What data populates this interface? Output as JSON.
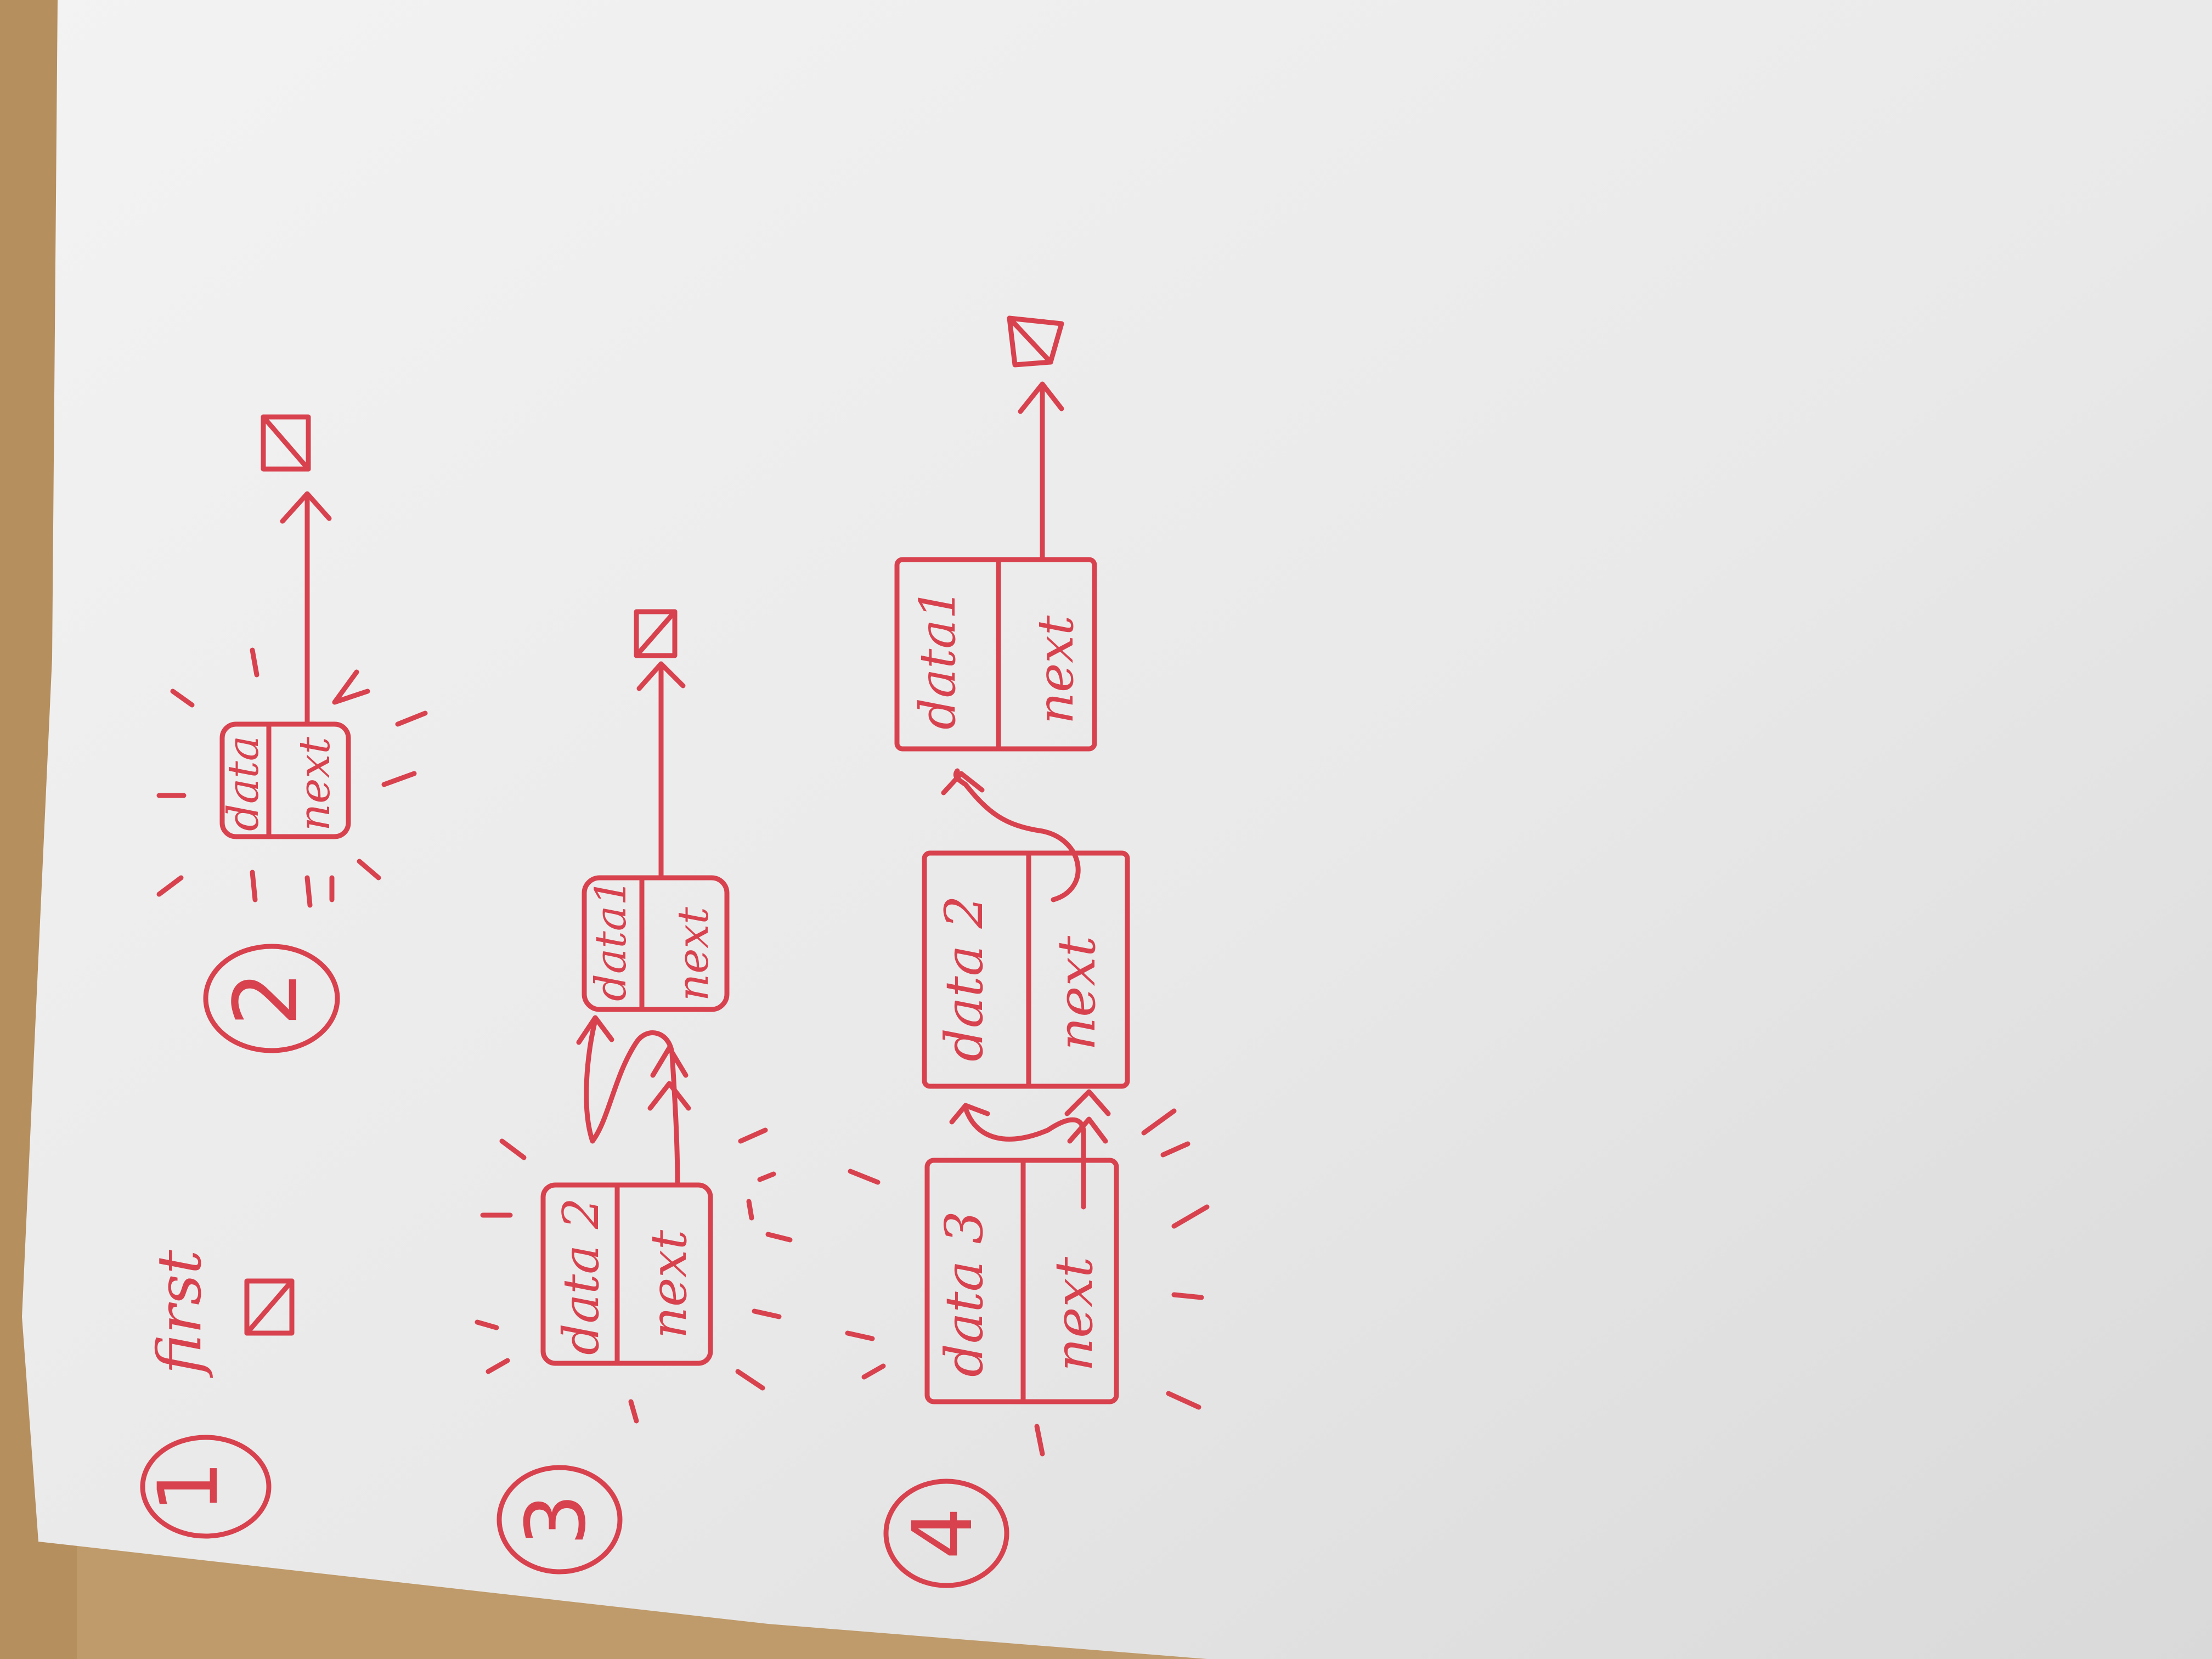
{
  "ink_color": "#d8424e",
  "paper_color": "#ececec",
  "desk_color": "#bf9a6a",
  "steps": [
    {
      "number": "1",
      "label": "first",
      "nodes": []
    },
    {
      "number": "2",
      "nodes": [
        {
          "data_label": "data",
          "next_label": "next"
        }
      ]
    },
    {
      "number": "3",
      "nodes": [
        {
          "data_label": "data 2",
          "next_label": "next"
        },
        {
          "data_label": "data1",
          "next_label": "next"
        }
      ]
    },
    {
      "number": "4",
      "nodes": [
        {
          "data_label": "data 3",
          "next_label": "next"
        },
        {
          "data_label": "data 2",
          "next_label": "next"
        },
        {
          "data_label": "data1",
          "next_label": "next"
        }
      ]
    }
  ]
}
